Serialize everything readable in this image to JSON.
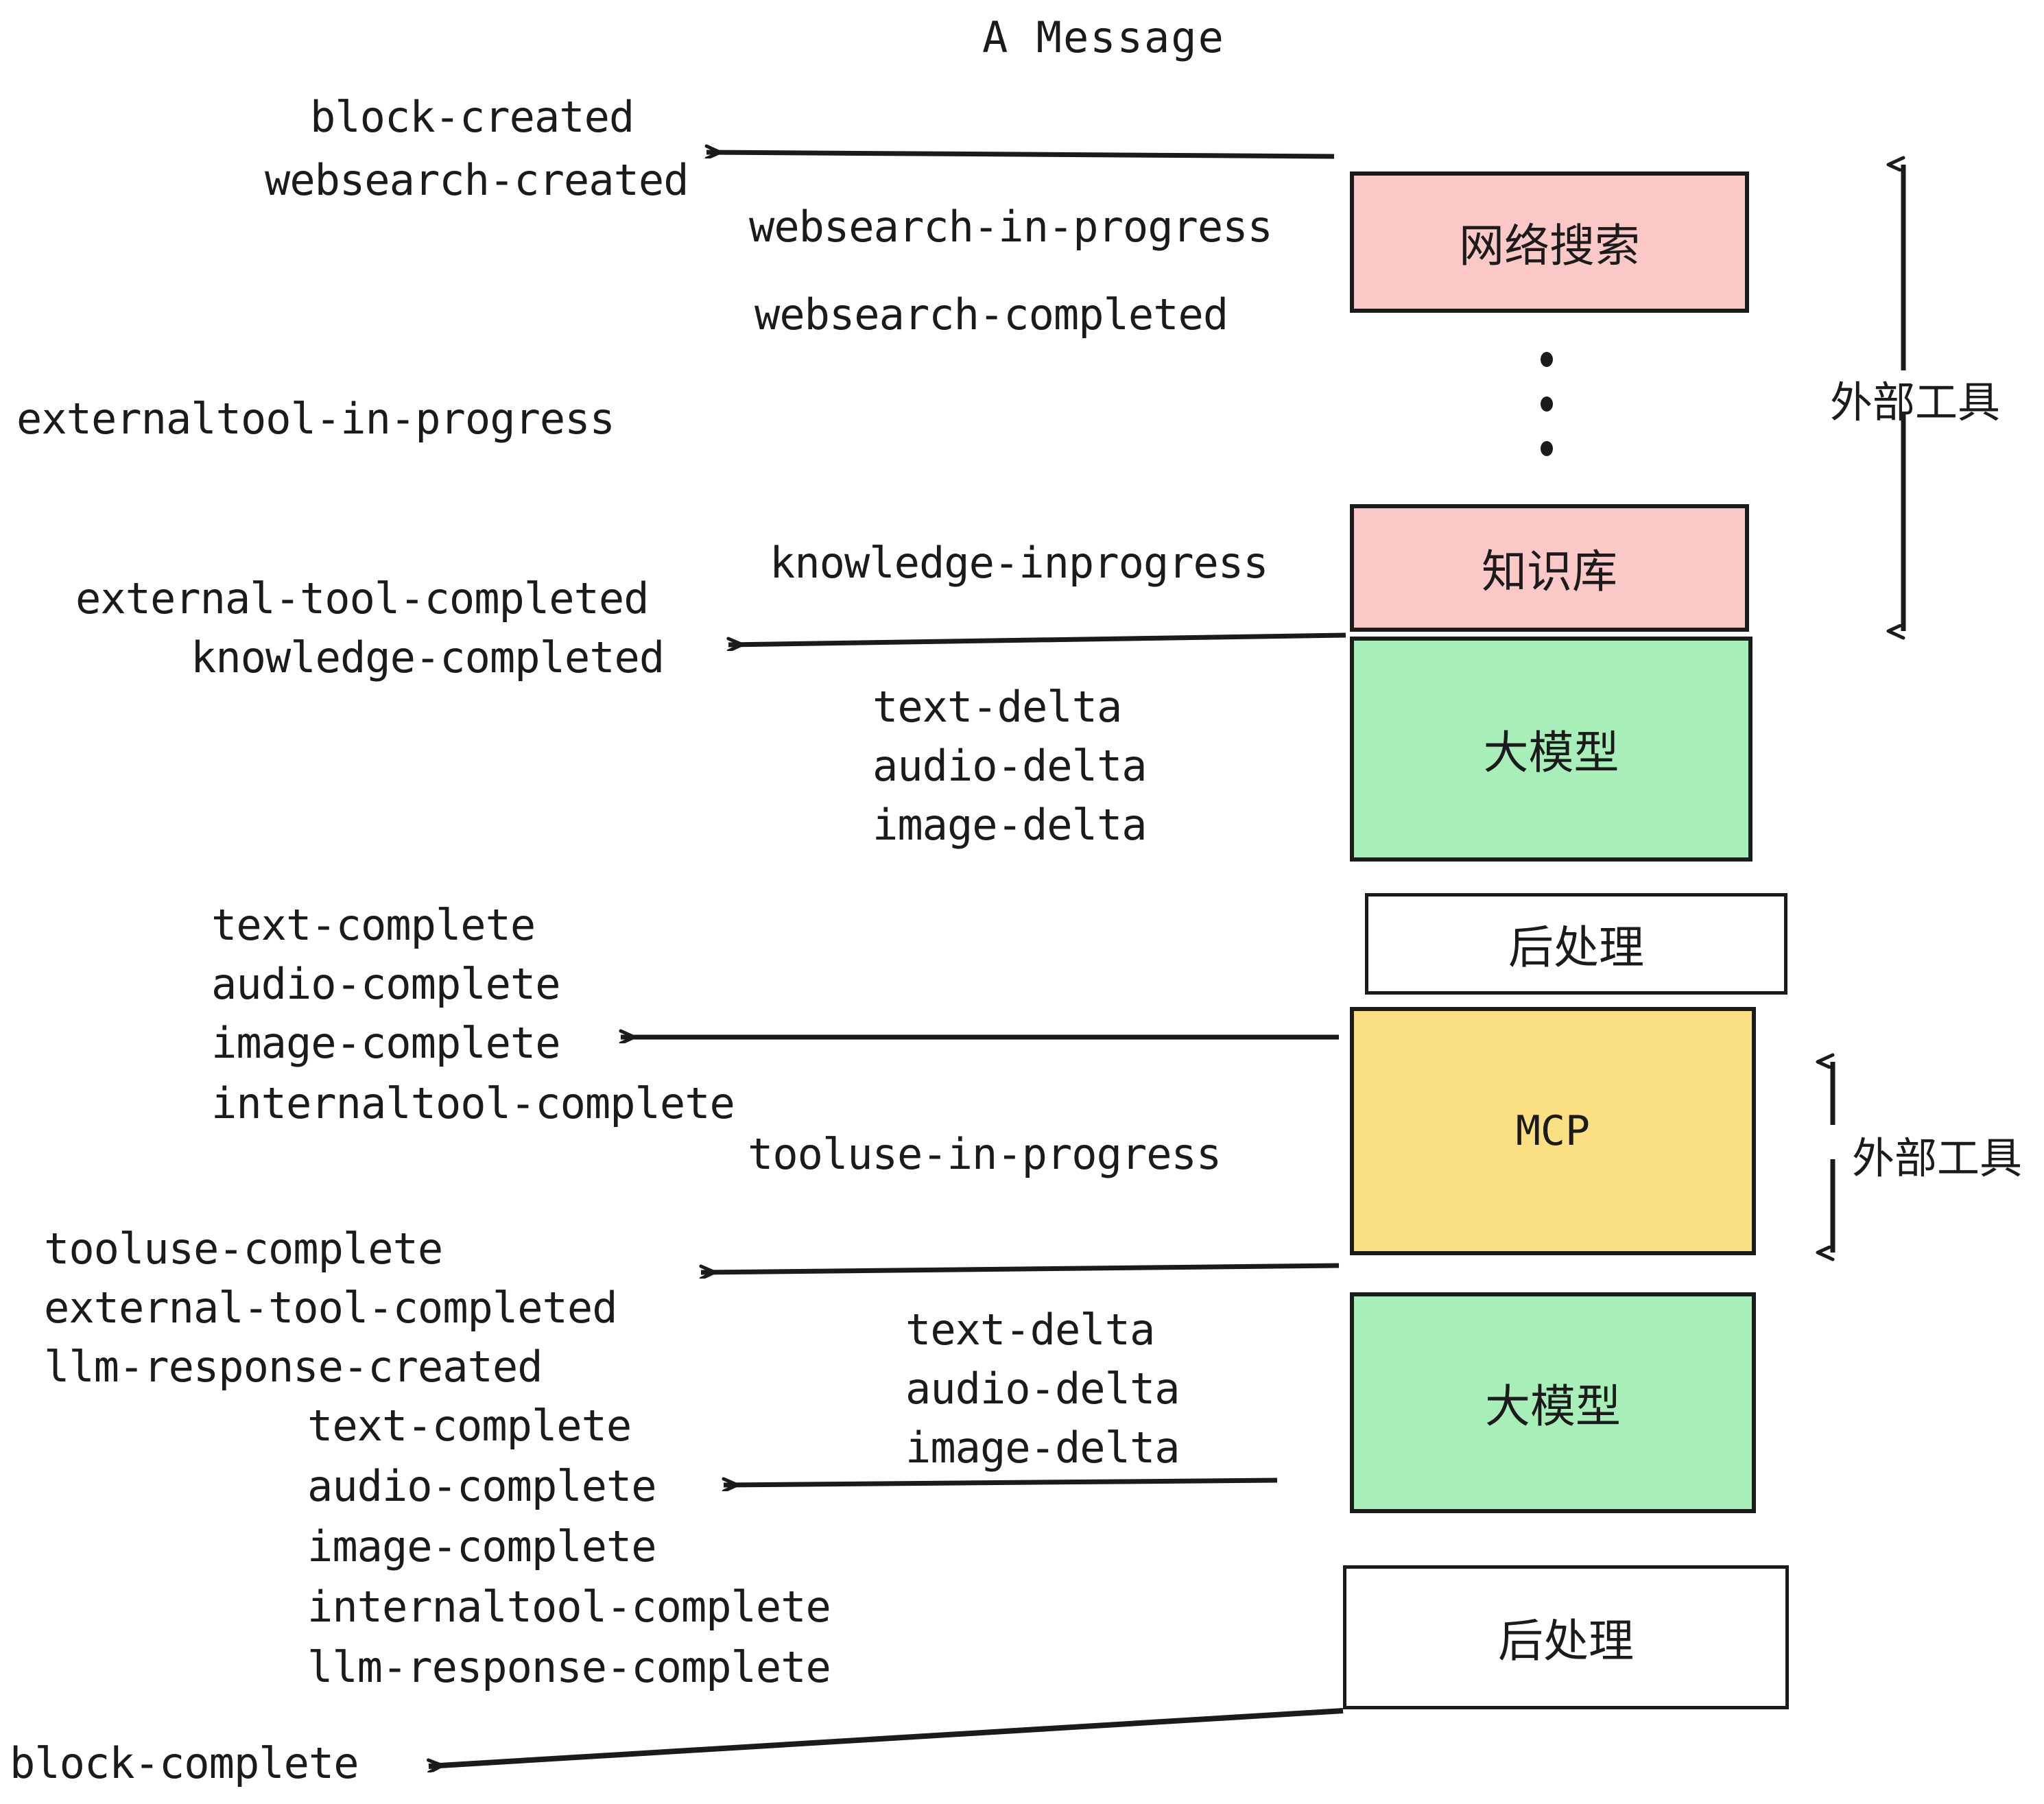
{
  "title": "A Message",
  "boxes": [
    {
      "id": "websearch",
      "label": "网络搜索",
      "color": "#fbc8c8"
    },
    {
      "id": "knowledge",
      "label": "知识库",
      "color": "#fbc8c8"
    },
    {
      "id": "llm-top",
      "label": "大模型",
      "color": "#a8eeb9"
    },
    {
      "id": "postprocess-top",
      "label": "后处理",
      "color": "#ffffff"
    },
    {
      "id": "mcp",
      "label": "MCP",
      "color": "#fbdf83"
    },
    {
      "id": "llm-bottom",
      "label": "大模型",
      "color": "#a8eeb9"
    },
    {
      "id": "postprocess-bottom",
      "label": "后处理",
      "color": "#ffffff"
    }
  ],
  "side_labels": [
    {
      "id": "external-tool-top",
      "label": "外部工具"
    },
    {
      "id": "external-tool-bottom",
      "label": "外部工具"
    }
  ],
  "events": [
    {
      "id": "block-created",
      "text": "block-created"
    },
    {
      "id": "websearch-created",
      "text": "websearch-created"
    },
    {
      "id": "websearch-in-progress",
      "text": "websearch-in-progress"
    },
    {
      "id": "websearch-completed",
      "text": "websearch-completed"
    },
    {
      "id": "externaltool-in-progress",
      "text": "externaltool-in-progress"
    },
    {
      "id": "knowledge-inprogress",
      "text": "knowledge-inprogress"
    },
    {
      "id": "external-tool-completed-1",
      "text": "external-tool-completed"
    },
    {
      "id": "knowledge-completed",
      "text": "knowledge-completed"
    },
    {
      "id": "text-delta-1",
      "text": "text-delta"
    },
    {
      "id": "audio-delta-1",
      "text": "audio-delta"
    },
    {
      "id": "image-delta-1",
      "text": "image-delta"
    },
    {
      "id": "text-complete-1",
      "text": "text-complete"
    },
    {
      "id": "audio-complete-1",
      "text": "audio-complete"
    },
    {
      "id": "image-complete-1",
      "text": "image-complete"
    },
    {
      "id": "internaltool-complete-1",
      "text": "internaltool-complete"
    },
    {
      "id": "tooluse-in-progress",
      "text": "tooluse-in-progress"
    },
    {
      "id": "tooluse-complete",
      "text": "tooluse-complete"
    },
    {
      "id": "external-tool-completed-2",
      "text": "external-tool-completed"
    },
    {
      "id": "llm-response-created",
      "text": "llm-response-created"
    },
    {
      "id": "text-delta-2",
      "text": "text-delta"
    },
    {
      "id": "audio-delta-2",
      "text": "audio-delta"
    },
    {
      "id": "image-delta-2",
      "text": "image-delta"
    },
    {
      "id": "text-complete-2",
      "text": "text-complete"
    },
    {
      "id": "audio-complete-2",
      "text": "audio-complete"
    },
    {
      "id": "image-complete-2",
      "text": "image-complete"
    },
    {
      "id": "internaltool-complete-2",
      "text": "internaltool-complete"
    },
    {
      "id": "llm-response-complete",
      "text": "llm-response-complete"
    },
    {
      "id": "block-complete",
      "text": "block-complete"
    }
  ],
  "colors": {
    "stroke": "#1b1b1b",
    "pink": "#fbc8c8",
    "green": "#a8eeb9",
    "yellow": "#fbdf83",
    "white": "#ffffff",
    "background": "#ffffff"
  }
}
